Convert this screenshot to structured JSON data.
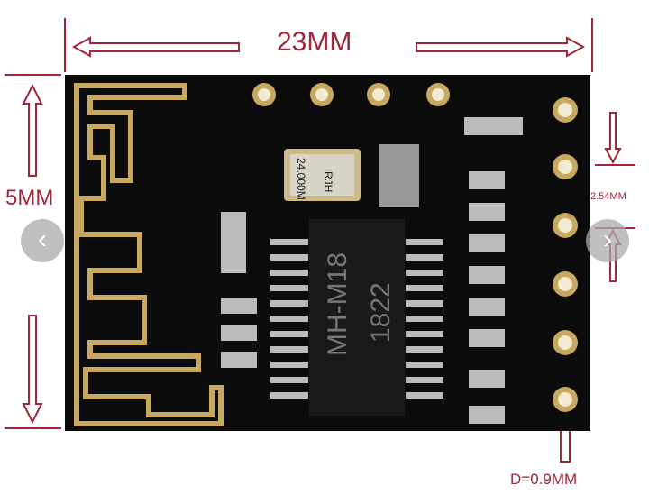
{
  "dimensions": {
    "width": "23MM",
    "height": "5MM",
    "pitch": "2.54MM",
    "diameter": "D=0.9MM"
  },
  "chip": {
    "model": "MH-M18",
    "code": "1822"
  },
  "crystal": {
    "freq": "24.000M",
    "maker": "RJH"
  },
  "carousel": {
    "prev_icon": "‹",
    "next_icon": "›"
  },
  "colors": {
    "annotation": "#a0263a",
    "pcb": "#0c0c0c",
    "gold": "#c8a860"
  }
}
